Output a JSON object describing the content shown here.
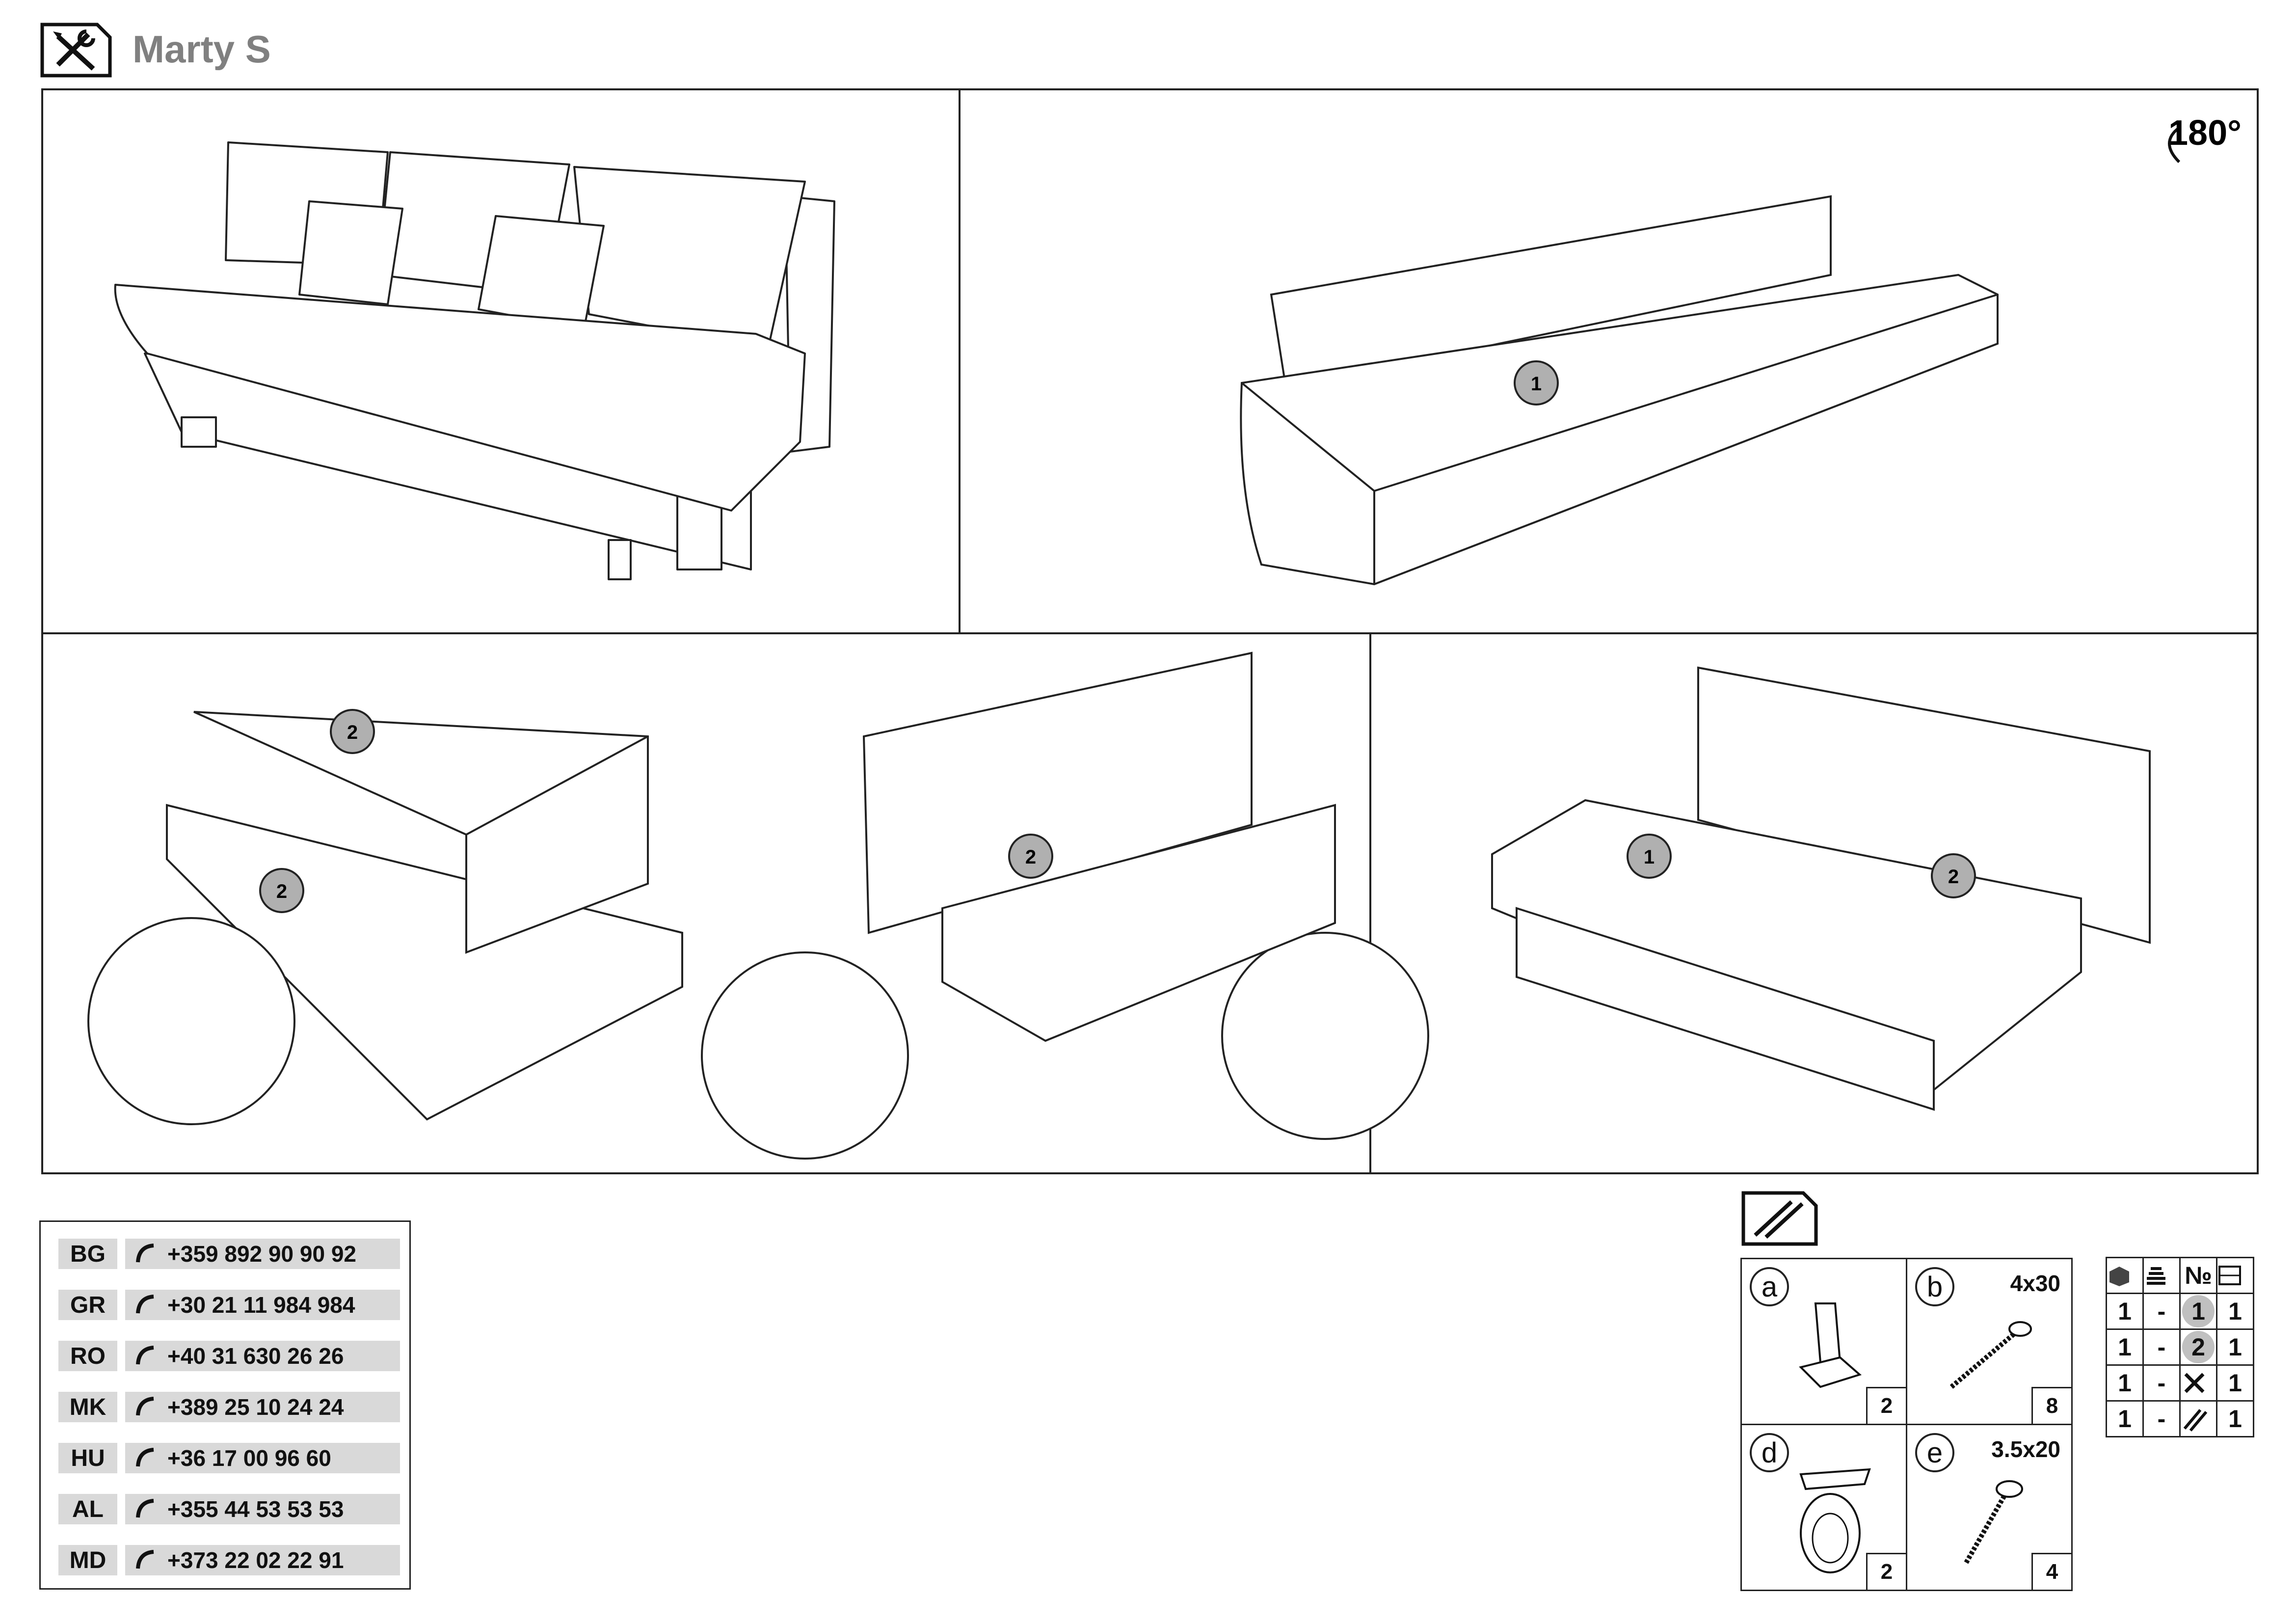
{
  "header": {
    "title": "Marty S",
    "tools_icon": "tools-icon"
  },
  "steps": {
    "step1": {
      "rotate_label": "180°"
    },
    "step1_parts": {
      "a": "a",
      "b": "b",
      "d": "d",
      "e": "e",
      "part1": "1"
    },
    "step2": {
      "part2": "2"
    },
    "step3": {
      "part1": "1",
      "part2": "2"
    }
  },
  "contacts": [
    {
      "code": "BG",
      "phone": "+359 892 90 90 92"
    },
    {
      "code": "GR",
      "phone": "+30 21 11 984 984"
    },
    {
      "code": "RO",
      "phone": "+40 31 630 26 26"
    },
    {
      "code": "MK",
      "phone": "+389 25 10 24 24"
    },
    {
      "code": "HU",
      "phone": "+36 17 00 96 60"
    },
    {
      "code": "AL",
      "phone": "+355 44 53 53 53"
    },
    {
      "code": "MD",
      "phone": "+373 22 02 22 91"
    }
  ],
  "hardware": [
    {
      "letter": "a",
      "size": "",
      "qty": "2",
      "icon": "furniture-leg-icon"
    },
    {
      "letter": "b",
      "size": "4x30",
      "qty": "8",
      "icon": "screw-icon"
    },
    {
      "letter": "d",
      "size": "",
      "qty": "2",
      "icon": "caster-wheel-icon"
    },
    {
      "letter": "e",
      "size": "3.5x20",
      "qty": "4",
      "icon": "screw-icon"
    }
  ],
  "parts_table": {
    "headers": [
      "box-icon",
      "pack-icon",
      "№",
      "sheet-icon"
    ],
    "header_no": "№",
    "rows": [
      {
        "c1": "1",
        "c2": "-",
        "c3": "1",
        "c4": "1"
      },
      {
        "c1": "1",
        "c2": "-",
        "c3": "2",
        "c4": "1"
      },
      {
        "c1": "1",
        "c2": "-",
        "c3": "tools-icon",
        "c4": "1"
      },
      {
        "c1": "1",
        "c2": "-",
        "c3": "screws-icon",
        "c4": "1"
      }
    ]
  }
}
